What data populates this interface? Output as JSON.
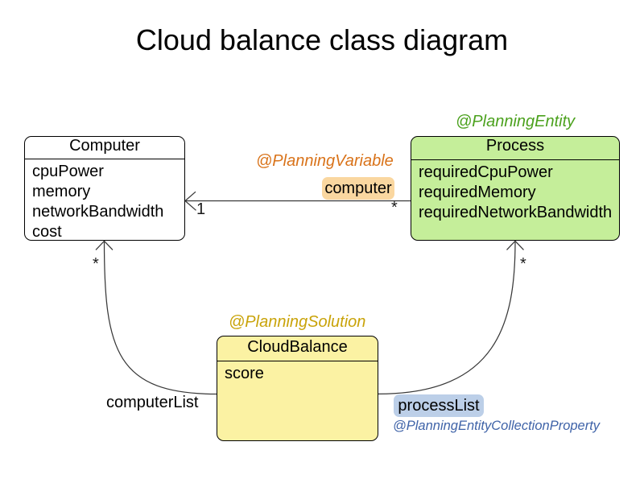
{
  "diagram": {
    "title": "Cloud balance class diagram",
    "classes": {
      "computer": {
        "name": "Computer",
        "attributes": [
          "cpuPower",
          "memory",
          "networkBandwidth",
          "cost"
        ],
        "fill": "#ffffff"
      },
      "process": {
        "name": "Process",
        "attributes": [
          "requiredCpuPower",
          "requiredMemory",
          "requiredNetworkBandwidth"
        ],
        "fill": "#c5ee9a",
        "annotation": "@PlanningEntity",
        "annotation_color": "#4ba11d"
      },
      "cloudbalance": {
        "name": "CloudBalance",
        "attributes": [
          "score"
        ],
        "fill": "#fbf2a3",
        "annotation": "@PlanningSolution",
        "annotation_color": "#c9a309"
      }
    },
    "relations": {
      "computer_variable": {
        "annotation": "@PlanningVariable",
        "annotation_color": "#d9731a",
        "label": "computer",
        "label_fill": "#fad7a0",
        "multiplicity_target": "1",
        "multiplicity_source": "*"
      },
      "computer_list": {
        "label": "computerList",
        "multiplicity": "*"
      },
      "process_list": {
        "label": "processList",
        "label_fill": "#bccfe8",
        "annotation": "@PlanningEntityCollectionProperty",
        "annotation_color": "#3f63a8",
        "multiplicity": "*"
      }
    }
  }
}
